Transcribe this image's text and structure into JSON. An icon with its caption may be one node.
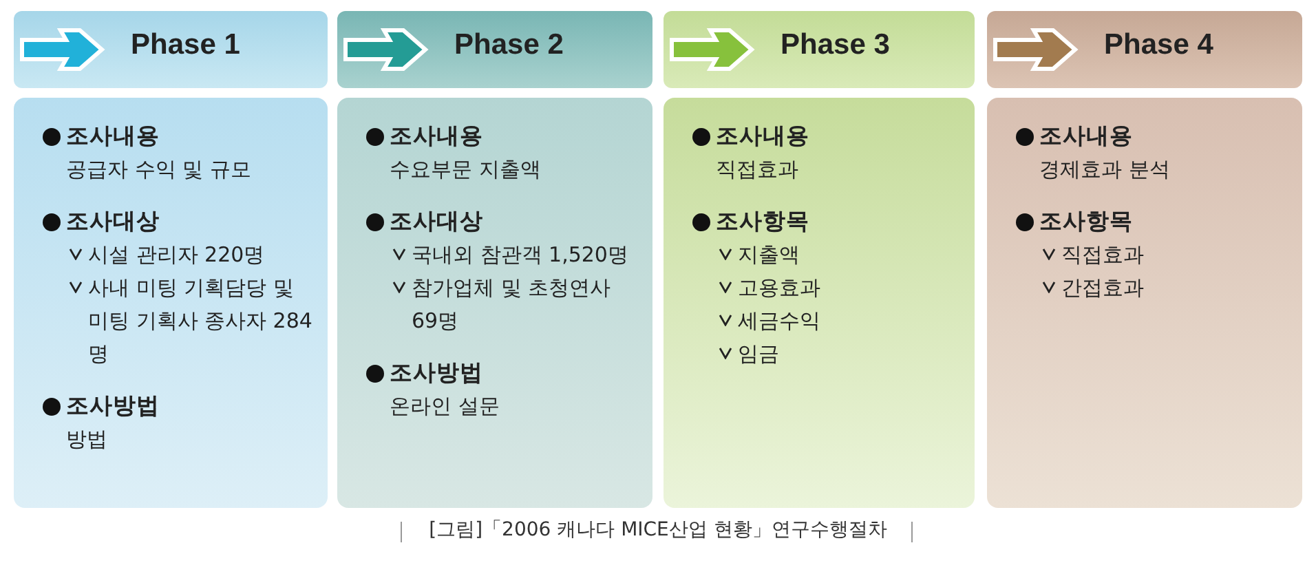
{
  "diagram": {
    "caption": "[그림]「2006 캐나다 MICE산업 현황」연구수행절차",
    "nodes": [
      {
        "text": [
          "Phase 1"
        ]
      },
      {
        "text": [
          "Phase 2"
        ]
      },
      {
        "text": [
          "Phase 3"
        ]
      },
      {
        "text": [
          "Phase 4"
        ]
      },
      {
        "text": [
          "조사내용",
          "공급자 수익 및 규모",
          "조사대상",
          "시설 관리자 220명",
          "사내 미팅 기획담당 및 미팅 기획사 종사자 284명",
          "조사방법",
          "방법"
        ]
      },
      {
        "text": [
          "조사내용",
          "수요부문 지출액",
          "조사대상",
          "국내외 참관객 1,520명",
          "참가업체 및 초청연사 69명",
          "조사방법",
          "온라인 설문"
        ]
      },
      {
        "text": [
          "조사내용",
          "직접효과",
          "조사항목",
          "지출액",
          "고용효과",
          "세금수익",
          "임금"
        ]
      },
      {
        "text": [
          "조사내용",
          "경제효과 분석",
          "조사항목",
          "직접효과",
          "간접효과"
        ]
      }
    ]
  }
}
